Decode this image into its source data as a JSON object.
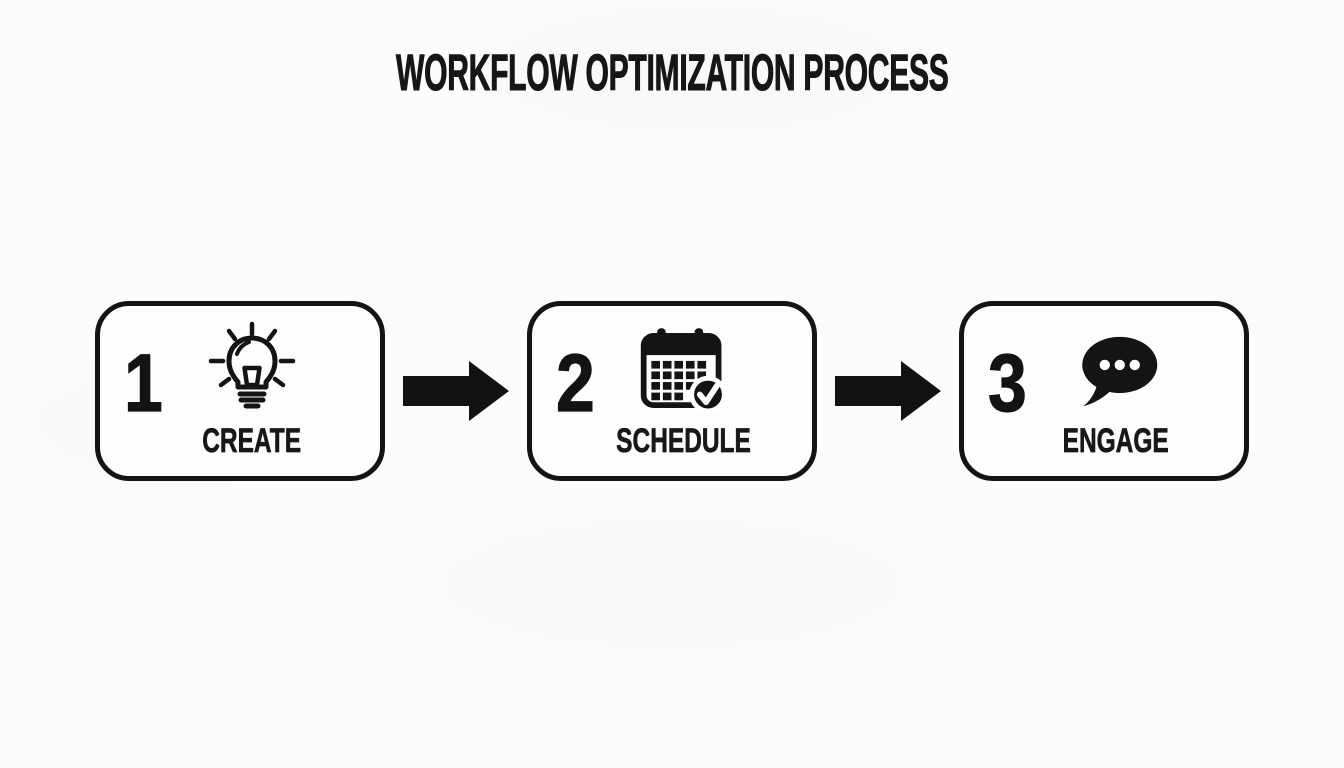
{
  "title": "WORKFLOW OPTIMIZATION PROCESS",
  "colors": {
    "ink": "#141414",
    "background": "#fcfcfa",
    "card_background": "#fdfdfc"
  },
  "steps": [
    {
      "number": "1",
      "label": "CREATE",
      "icon": "lightbulb-icon"
    },
    {
      "number": "2",
      "label": "SCHEDULE",
      "icon": "calendar-check-icon"
    },
    {
      "number": "3",
      "label": "ENGAGE",
      "icon": "speech-bubble-icon"
    }
  ],
  "connectors": [
    {
      "icon": "arrow-right-icon"
    },
    {
      "icon": "arrow-right-icon"
    }
  ]
}
